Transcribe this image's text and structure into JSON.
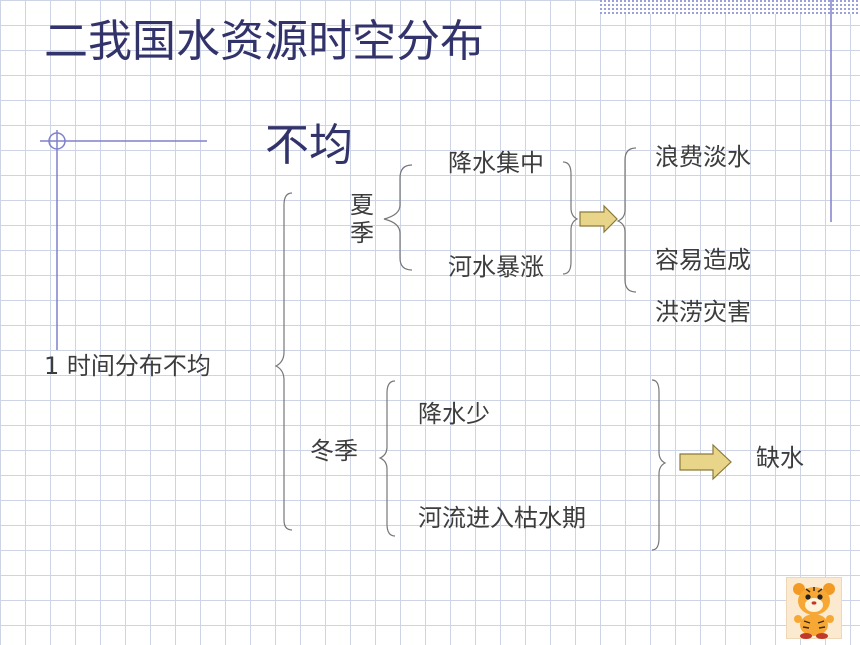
{
  "slide": {
    "title_line1": "二我国水资源时空分布",
    "title_line2": "不均",
    "point_label": "1  时间分布不均",
    "summer": {
      "label_top": "夏",
      "label_bottom": "季",
      "cause1": "降水集中",
      "cause2": "河水暴涨",
      "result1": "浪费淡水",
      "result2_line1": "容易造成",
      "result2_line2": "洪涝灾害"
    },
    "winter": {
      "label": "冬季",
      "cause1": "降水少",
      "cause2": "河流进入枯水期",
      "result": "缺水"
    },
    "colors": {
      "title": "#33336b",
      "accent_line": "#8080cc",
      "arrow_fill": "#e8d58a",
      "arrow_stroke": "#8a7a3a",
      "bracket": "#777777"
    },
    "mascot_icon": "cartoon-tiger-icon"
  }
}
